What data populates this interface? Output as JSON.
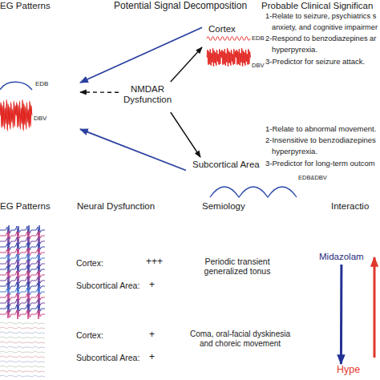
{
  "diagram": {
    "nodes": [
      {
        "text": [
          "EDB",
          "DBV"
        ]
      },
      {
        "text": [
          "NMDAR Dysfunction"
        ]
      },
      {
        "text": [
          "Cortex",
          "EDB",
          "DBV"
        ]
      },
      {
        "text": [
          "Subcortical Area",
          "EDB&DBV"
        ]
      },
      {
        "text": [
          "Midazolam"
        ]
      },
      {
        "text": [
          "Hype"
        ]
      }
    ],
    "edges": [
      {
        "from": 1,
        "to": 2,
        "arrow": "to"
      },
      {
        "from": 1,
        "to": 3,
        "arrow": "to"
      },
      {
        "from": 1,
        "to": 0,
        "arrow": "to"
      },
      {
        "from": 2,
        "to": 0,
        "arrow": "to"
      },
      {
        "from": 3,
        "to": 0,
        "arrow": "to"
      },
      {
        "from": 4,
        "to": 5,
        "arrow": "to"
      }
    ],
    "labels": [
      "EG Patterns",
      "Potential Signal Decomposition",
      "Probable Clinical Significan",
      "1-Relate to seizure, psychiatrics s",
      "anxiety, and cognitive impairmer",
      "2-Respond to benzodiazepines ar",
      "hyperpyrexia.",
      "3-Predictor for seizure attack.",
      "1-Relate to abnormal movement.",
      "2-Insensitive to benzodiazepines",
      "hyperpyrexia.",
      "3-Predictor for long-term outcom",
      "EG Patterns",
      "Neural Dysfunction",
      "Semiology",
      "Interactio",
      "Cortex:",
      "+++",
      "Subcortical Area:",
      "+",
      "Periodic transient generalized tonus",
      "Cortex:",
      "+",
      "Subcortical Area:",
      "+",
      "Coma, oral-facial dyskinesia and choreic movement"
    ]
  }
}
